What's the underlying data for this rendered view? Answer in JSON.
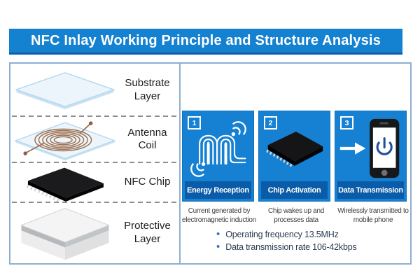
{
  "title": "NFC Inlay Working Principle and Structure Analysis",
  "layers": {
    "items": [
      {
        "label": "Substrate Layer",
        "icon": "substrate-sheet-icon"
      },
      {
        "label": "Antenna Coil",
        "icon": "antenna-coil-icon"
      },
      {
        "label": "NFC Chip",
        "icon": "nfc-chip-icon"
      },
      {
        "label": "Protective Layer",
        "icon": "protective-slab-icon"
      }
    ]
  },
  "steps": {
    "items": [
      {
        "number": "1",
        "label": "Energy Reception",
        "caption": "Current generated by electromagnetic induction",
        "icon": "coil-signal-icon"
      },
      {
        "number": "2",
        "label": "Chip Activation",
        "caption": "Chip wakes up and processes data",
        "icon": "chip-icon"
      },
      {
        "number": "3",
        "label": "Data Transmission",
        "caption": "Wirelessly transmitted to mobile phone",
        "icon": "arrow-phone-icon"
      }
    ]
  },
  "specs": {
    "items": [
      "Operating frequency 13.5MHz",
      "Data transmission rate 106-42kbps"
    ]
  },
  "colors": {
    "accent_blue": "#1581d1",
    "strip_dark_blue": "#0b5ca8",
    "panel_border_blue": "#8fafd0",
    "coil_brown": "#9c6f4e",
    "substrate_fill": "#ecf5fc",
    "spec_text": "#2b3c52",
    "bullet_blue": "#2979c9"
  }
}
